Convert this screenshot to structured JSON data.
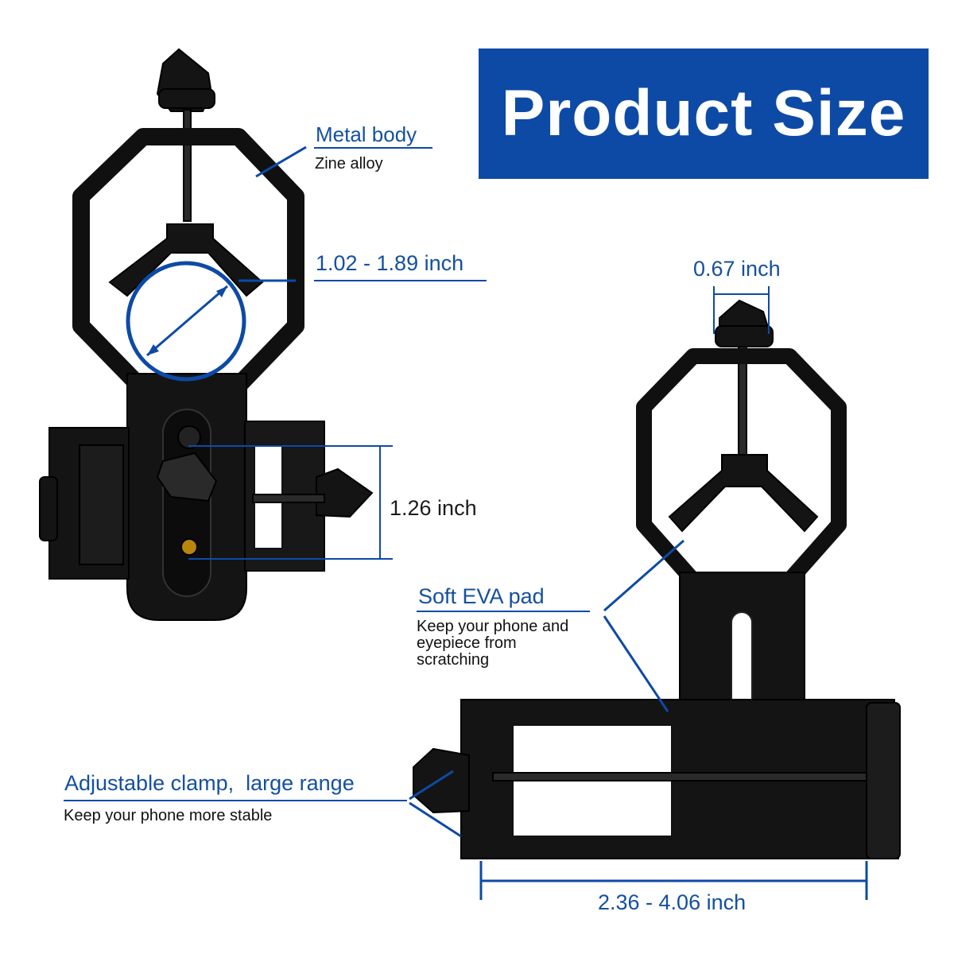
{
  "title": "Product Size",
  "labels": {
    "metal_body": "Metal body",
    "metal_body_sub": "Zine alloy",
    "eyepiece_range": "1.02 - 1.89 inch",
    "knob_width": "0.67 inch",
    "slot_height": "1.26 inch",
    "soft_pad": "Soft EVA pad",
    "soft_pad_sub": [
      "Keep your phone and",
      "eyepiece from",
      "scratching"
    ],
    "clamp": "Adjustable clamp,  large range",
    "clamp_sub": "Keep your phone more stable",
    "clamp_range": "2.36 - 4.06 inch"
  },
  "colors": {
    "accent": "#0d4aa6",
    "label_text": "#1450a0",
    "product": "#111111"
  }
}
